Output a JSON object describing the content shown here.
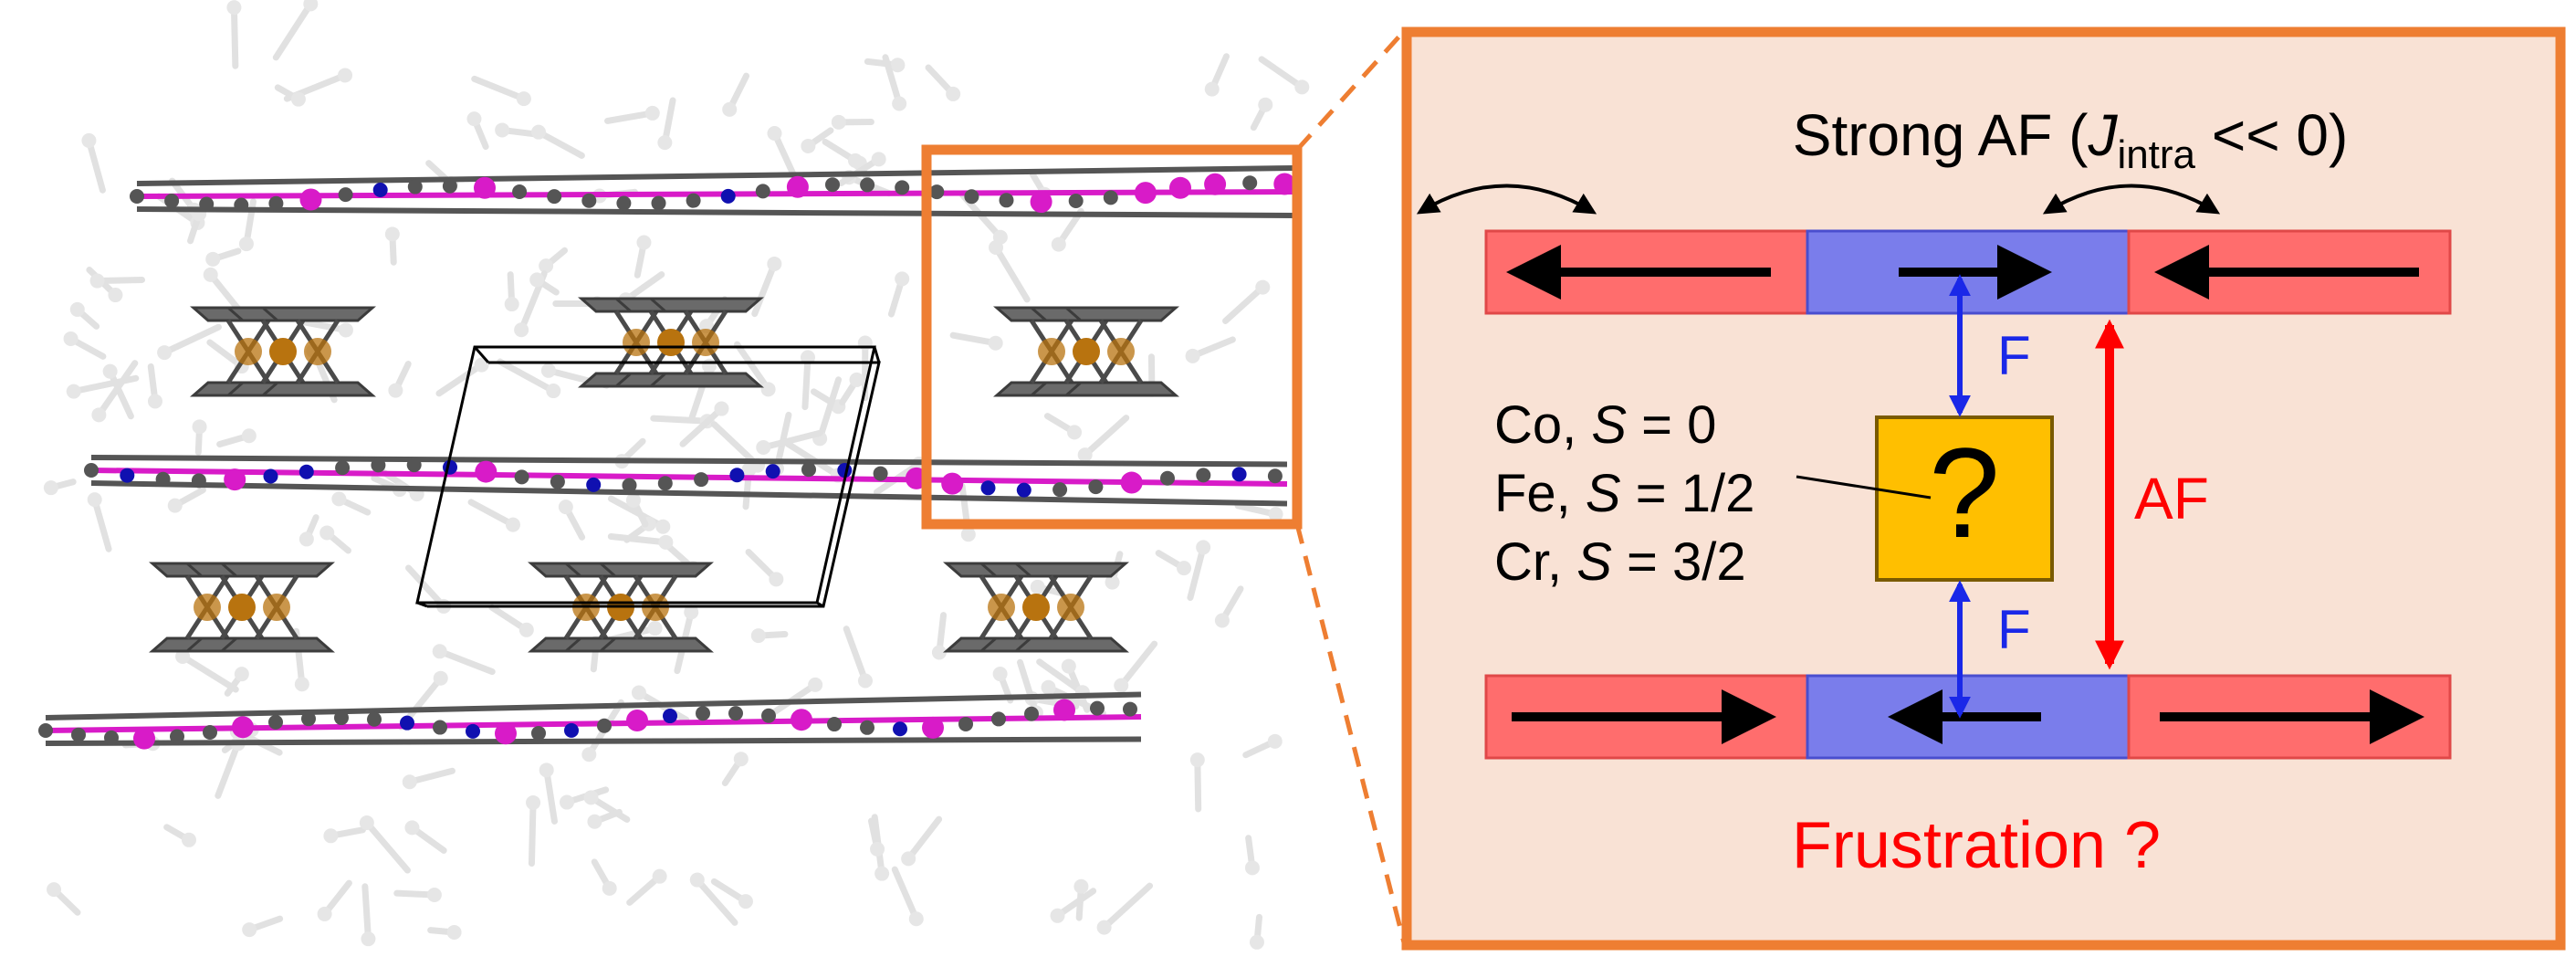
{
  "colors": {
    "frame": "#EE7E32",
    "panel_bg": "#F9E2D5",
    "red_block": "#FF6D6D",
    "blue_block": "#7A7DEB",
    "ferro": "#1A28E8",
    "antiferro": "#FF0000",
    "question_box": "#FFBF00",
    "black": "#000000",
    "carbon": "#555555",
    "nitrogen": "#1010B0",
    "magenta": "#D81BC8",
    "metal": "#B8730F"
  },
  "header": {
    "strong_af": "Strong AF (",
    "j_letter": "J",
    "j_subscript": "intra",
    "j_relation": " << 0)"
  },
  "coupling": {
    "ferro_upper": "F",
    "ferro_lower": "F",
    "antiferro": "AF"
  },
  "question_box": {
    "mark": "?"
  },
  "species": [
    {
      "element": "Co, ",
      "spin_symbol": "S",
      "spin_value": " = 0"
    },
    {
      "element": "Fe, ",
      "spin_symbol": "S",
      "spin_value": " = 1/2"
    },
    {
      "element": "Cr, ",
      "spin_symbol": "S",
      "spin_value": " = 3/2"
    }
  ],
  "footer": {
    "frustration": "Frustration ?"
  },
  "icons": [
    "curved-double-arrow-icon",
    "spin-arrow-icon",
    "double-headed-arrow-icon"
  ]
}
